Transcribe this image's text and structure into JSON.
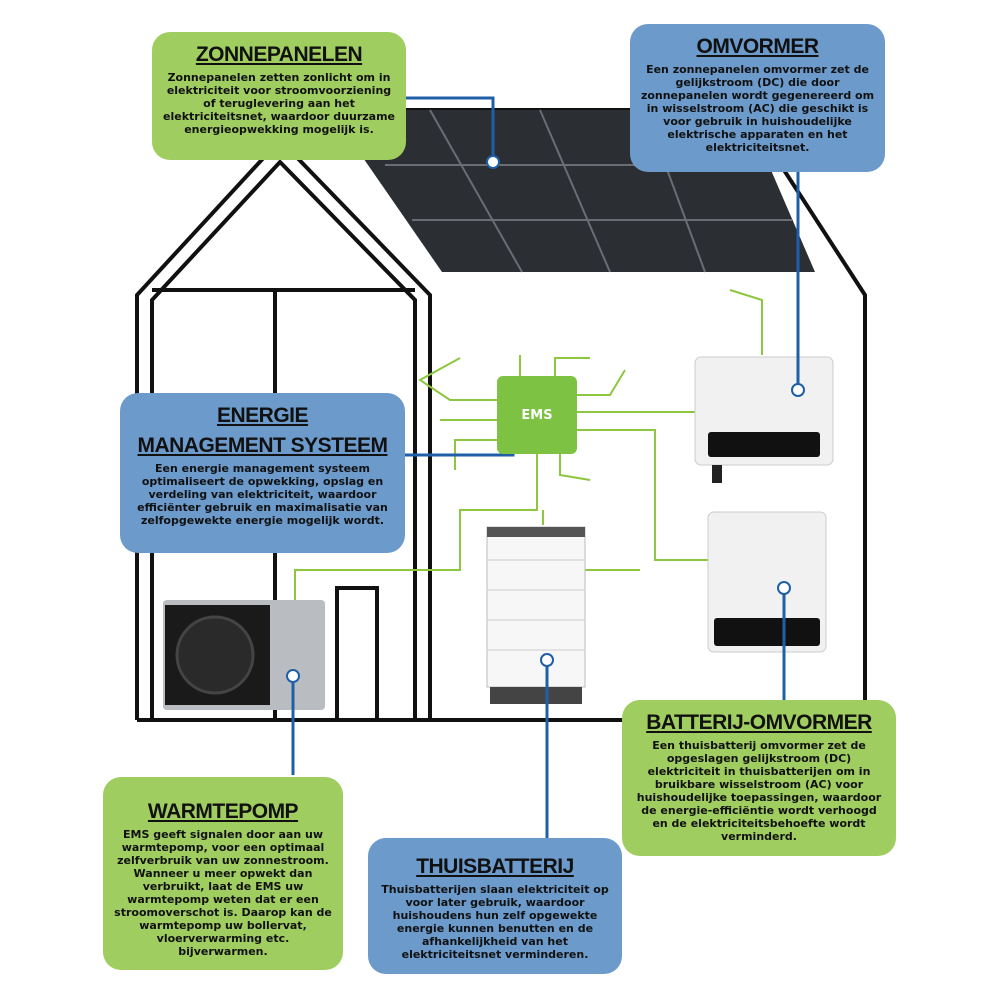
{
  "zonnepanelen": {
    "title": "ZONNEPANELEN",
    "text": "Zonnepanelen zetten zonlicht om in elektriciteit voor stroomvoorziening of teruglevering aan het elektriciteitsnet, waardoor duurzame energieopwekking mogelijk is."
  },
  "omvormer": {
    "title": "OMVORMER",
    "text": "Een zonnepanelen omvormer zet de gelijkstroom (DC) die door zonnepanelen wordt gegenereerd om in wisselstroom (AC) die geschikt is voor gebruik in huishoudelijke elektrische apparaten en het elektriciteitsnet."
  },
  "ems_box": {
    "title_line1": "ENERGIE",
    "title_line2": "MANAGEMENT SYSTEEM",
    "text": "Een energie management systeem optimaliseert de opwekking, opslag en verdeling van elektriciteit, waardoor efficiënter gebruik en maximalisatie van zelfopgewekte energie mogelijk wordt."
  },
  "ems_chip": {
    "label": "EMS"
  },
  "batterij_omvormer": {
    "title": "BATTERIJ-OMVORMER",
    "text": "Een thuisbatterij omvormer zet de opgeslagen gelijkstroom (DC) elektriciteit in thuisbatterijen om in bruikbare wisselstroom (AC) voor huishoudelijke toepassingen, waardoor de energie-efficiëntie wordt verhoogd en de elektriciteitsbehoefte wordt verminderd."
  },
  "warmtepomp": {
    "title": "WARMTEPOMP",
    "text": "EMS geeft signalen door aan uw warmtepomp, voor een optimaal zelfverbruik van uw zonnestroom. Wanneer u meer opwekt dan verbruikt, laat de EMS uw warmtepomp weten dat er een stroomoverschot is. Daarop kan de warmtepomp uw bollervat, vloerverwarming etc. bijverwarmen."
  },
  "thuisbatterij": {
    "title": "THUISBATTERIJ",
    "text": "Thuisbatterijen slaan elektriciteit op voor later gebruik, waardoor huishoudens hun zelf opgewekte energie kunnen benutten en de afhankelijkheid van het elektriciteitsnet verminderen."
  },
  "colors": {
    "green": "#a0cd60",
    "blue": "#6b9acb",
    "connector": "#1f5fa8",
    "circuit": "#8dc63f"
  }
}
